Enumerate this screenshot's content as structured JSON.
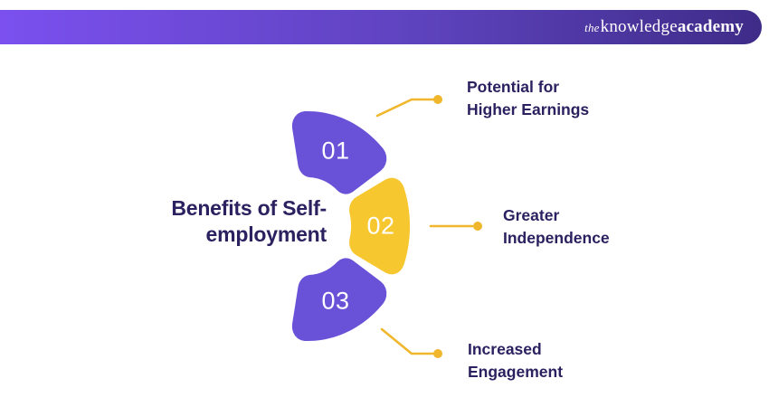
{
  "colors": {
    "background": "#FFFFFF",
    "banner_gradient_left": "#7B50EF",
    "banner_gradient_mid": "#5E43BE",
    "banner_gradient_right": "#3E2C88",
    "segment_purple": "#6A52D8",
    "segment_yellow": "#F6C72F",
    "connector_yellow": "#F0B62C",
    "text_navy": "#2B2160",
    "number_white": "#FFFFFF"
  },
  "banner": {
    "logo_the": "the",
    "logo_knowledge": "knowledge",
    "logo_academy": "academy"
  },
  "title": {
    "line1": "Benefits of Self-",
    "line2": "employment"
  },
  "segments": [
    {
      "number": "01",
      "color": "#6A52D8",
      "label_line1": "Potential for",
      "label_line2": "Higher Earnings"
    },
    {
      "number": "02",
      "color": "#F6C72F",
      "label_line1": "Greater",
      "label_line2": "Independence"
    },
    {
      "number": "03",
      "color": "#6A52D8",
      "label_line1": "Increased",
      "label_line2": "Engagement"
    }
  ]
}
